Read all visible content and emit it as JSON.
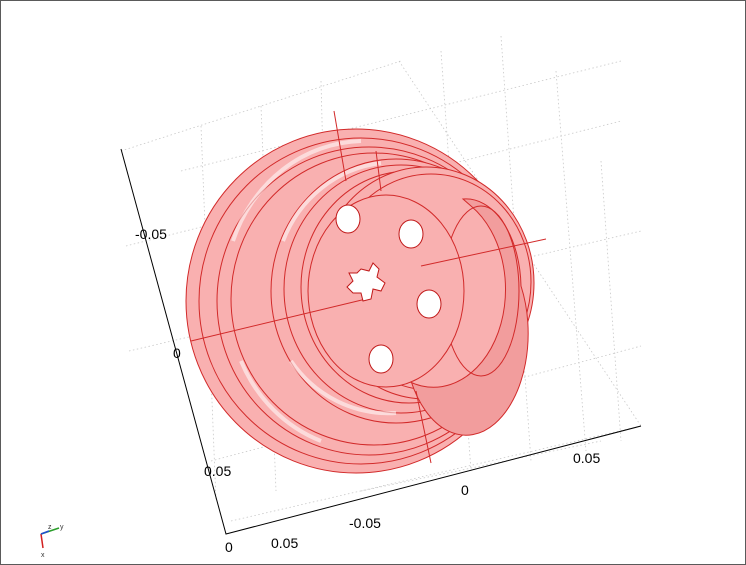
{
  "viewport": {
    "background": "#ffffff",
    "model_face_color": "#f9b0b0",
    "model_edge_color": "#d22a2a"
  },
  "axis_ticks": {
    "a": "-0.05",
    "b": "0",
    "c": "0.05",
    "d": "0",
    "e": "0.05",
    "f": "0.05",
    "g": "0",
    "h": "-0.05"
  },
  "triad": {
    "y_label": "y",
    "x_label": "x",
    "z_label": "z"
  }
}
